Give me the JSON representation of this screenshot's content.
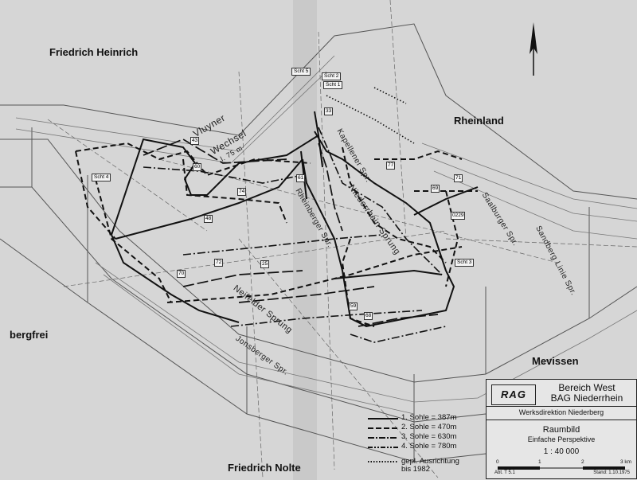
{
  "regions": {
    "friedrich_heinrich": "Friedrich Heinrich",
    "rheinland": "Rheinland",
    "bergfrei": "bergfrei",
    "mevissen": "Mevissen",
    "friedrich_nolte": "Friedrich Nolte"
  },
  "faults": {
    "vluyner": "Vluyner",
    "wechsel": "Wechsel",
    "wechsel_len": "l. 75 m",
    "kapellener": "Kapellener Spr.",
    "rheinberger": "Rheinberger Spr.",
    "niederrhein": "Niederrhein Sprung",
    "neifelder": "Neifelder Sprung",
    "jonsberger": "Jonsberger Spr.",
    "saalburg": "Saalburger Spr.",
    "sandberg": "Sandberg Linie Spr."
  },
  "shafts": {
    "s1": "Scht 1",
    "s2": "Scht 2",
    "s3": "Scht 3",
    "s4": "Scht 4",
    "s5": "Scht 5"
  },
  "numbers": [
    "43",
    "60",
    "74",
    "48",
    "72",
    "25",
    "70",
    "61",
    "33",
    "77",
    "69",
    "71",
    "0229",
    "59",
    "68"
  ],
  "legend": {
    "level1": "1. Sohle = 387m",
    "level2": "2. Sohle = 470m",
    "level3": "3. Sohle = 630m",
    "level4": "4. Sohle = 780m",
    "planned": "gepl. Ausrichtung",
    "planned_year": "bis 1982"
  },
  "titlebox": {
    "logo": "RAG",
    "company_line1": "Bereich West",
    "company_line2": "BAG Niederrhein",
    "directorate": "Werksdirektion Niederberg",
    "title": "Raumbild",
    "subtitle": "Einfache Perspektive",
    "scale": "1 : 40 000",
    "tick0": "0",
    "tick1": "1",
    "tick2": "2",
    "tick3": "3 km",
    "department": "Abt. T 5.1",
    "date": "Stand: 1.10.1975"
  },
  "colors": {
    "paper": "#d6d6d6",
    "ink": "#1a1a1a",
    "grid": "#8a8a8a"
  }
}
